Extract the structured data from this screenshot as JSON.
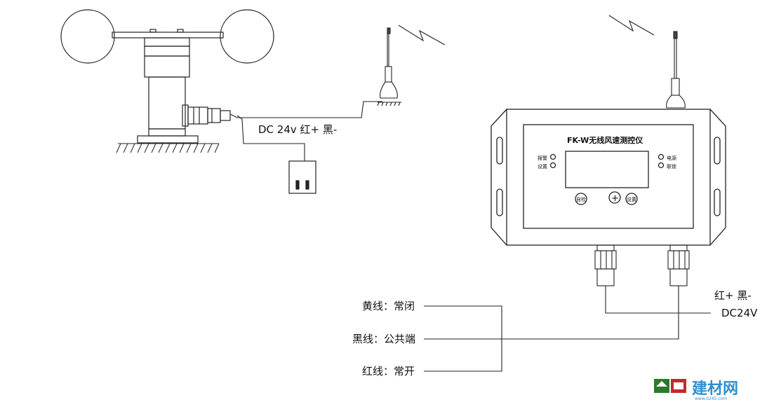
{
  "sensor": {
    "power_label": "DC 24v  红+  黑-"
  },
  "controller": {
    "title": "FK-W无线风速测控仪",
    "led_left": [
      "报警",
      "设置"
    ],
    "led_right": [
      "电源",
      "联锁"
    ],
    "buttons": [
      "自检",
      "+",
      "设置"
    ]
  },
  "power": {
    "polarity": "红+   黑-",
    "voltage": "DC24V"
  },
  "wires": {
    "yellow": "黄线：常闭",
    "black": "黑线：公共端",
    "red": "红线：常开"
  },
  "logo": {
    "text": "建材网",
    "url_text": "www.0245.com"
  }
}
